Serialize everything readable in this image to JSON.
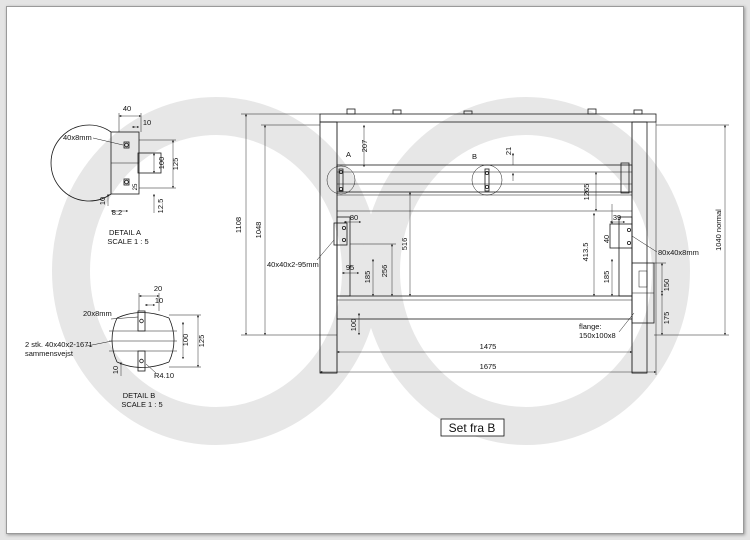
{
  "view_title": "Set fra B",
  "detail_a": {
    "title": "DETAIL A",
    "scale": "SCALE 1 : 5",
    "dims": [
      "40",
      "10",
      "100",
      "125",
      "10",
      "12.5",
      "8.2",
      "25"
    ],
    "callout": "40x8mm"
  },
  "detail_b": {
    "title": "DETAIL B",
    "scale": "SCALE 1 : 5",
    "dims": [
      "20",
      "10",
      "100",
      "125",
      "10",
      "R4.10"
    ],
    "callouts": [
      "20x8mm",
      "2 stk. 40x40x2-1671",
      "sammensvejst"
    ]
  },
  "main_view": {
    "markers": [
      "A",
      "B"
    ],
    "dims": {
      "d207": "207",
      "d21": "21",
      "d1265": "1265",
      "d80": "80",
      "d39": "39",
      "d95": "95",
      "d256": "256",
      "d185_left": "185",
      "d516": "516",
      "d4135": "413.5",
      "d185_right": "185",
      "d40": "40",
      "d150": "150",
      "d175": "175",
      "d100": "100",
      "d1108": "1108",
      "d1048": "1048",
      "d1040": "1040 normal",
      "d1475": "1475",
      "d1675": "1675"
    },
    "callouts": {
      "left_tube": "40x40x2-95mm",
      "right_plate": "80x40x8mm",
      "flange_1": "flange:",
      "flange_2": "150x100x8"
    }
  },
  "colors": {
    "sheet": "#ffffff",
    "frame": "#e4e4e4",
    "line": "#1a1a1a",
    "watermark": "#e7e7e7"
  }
}
